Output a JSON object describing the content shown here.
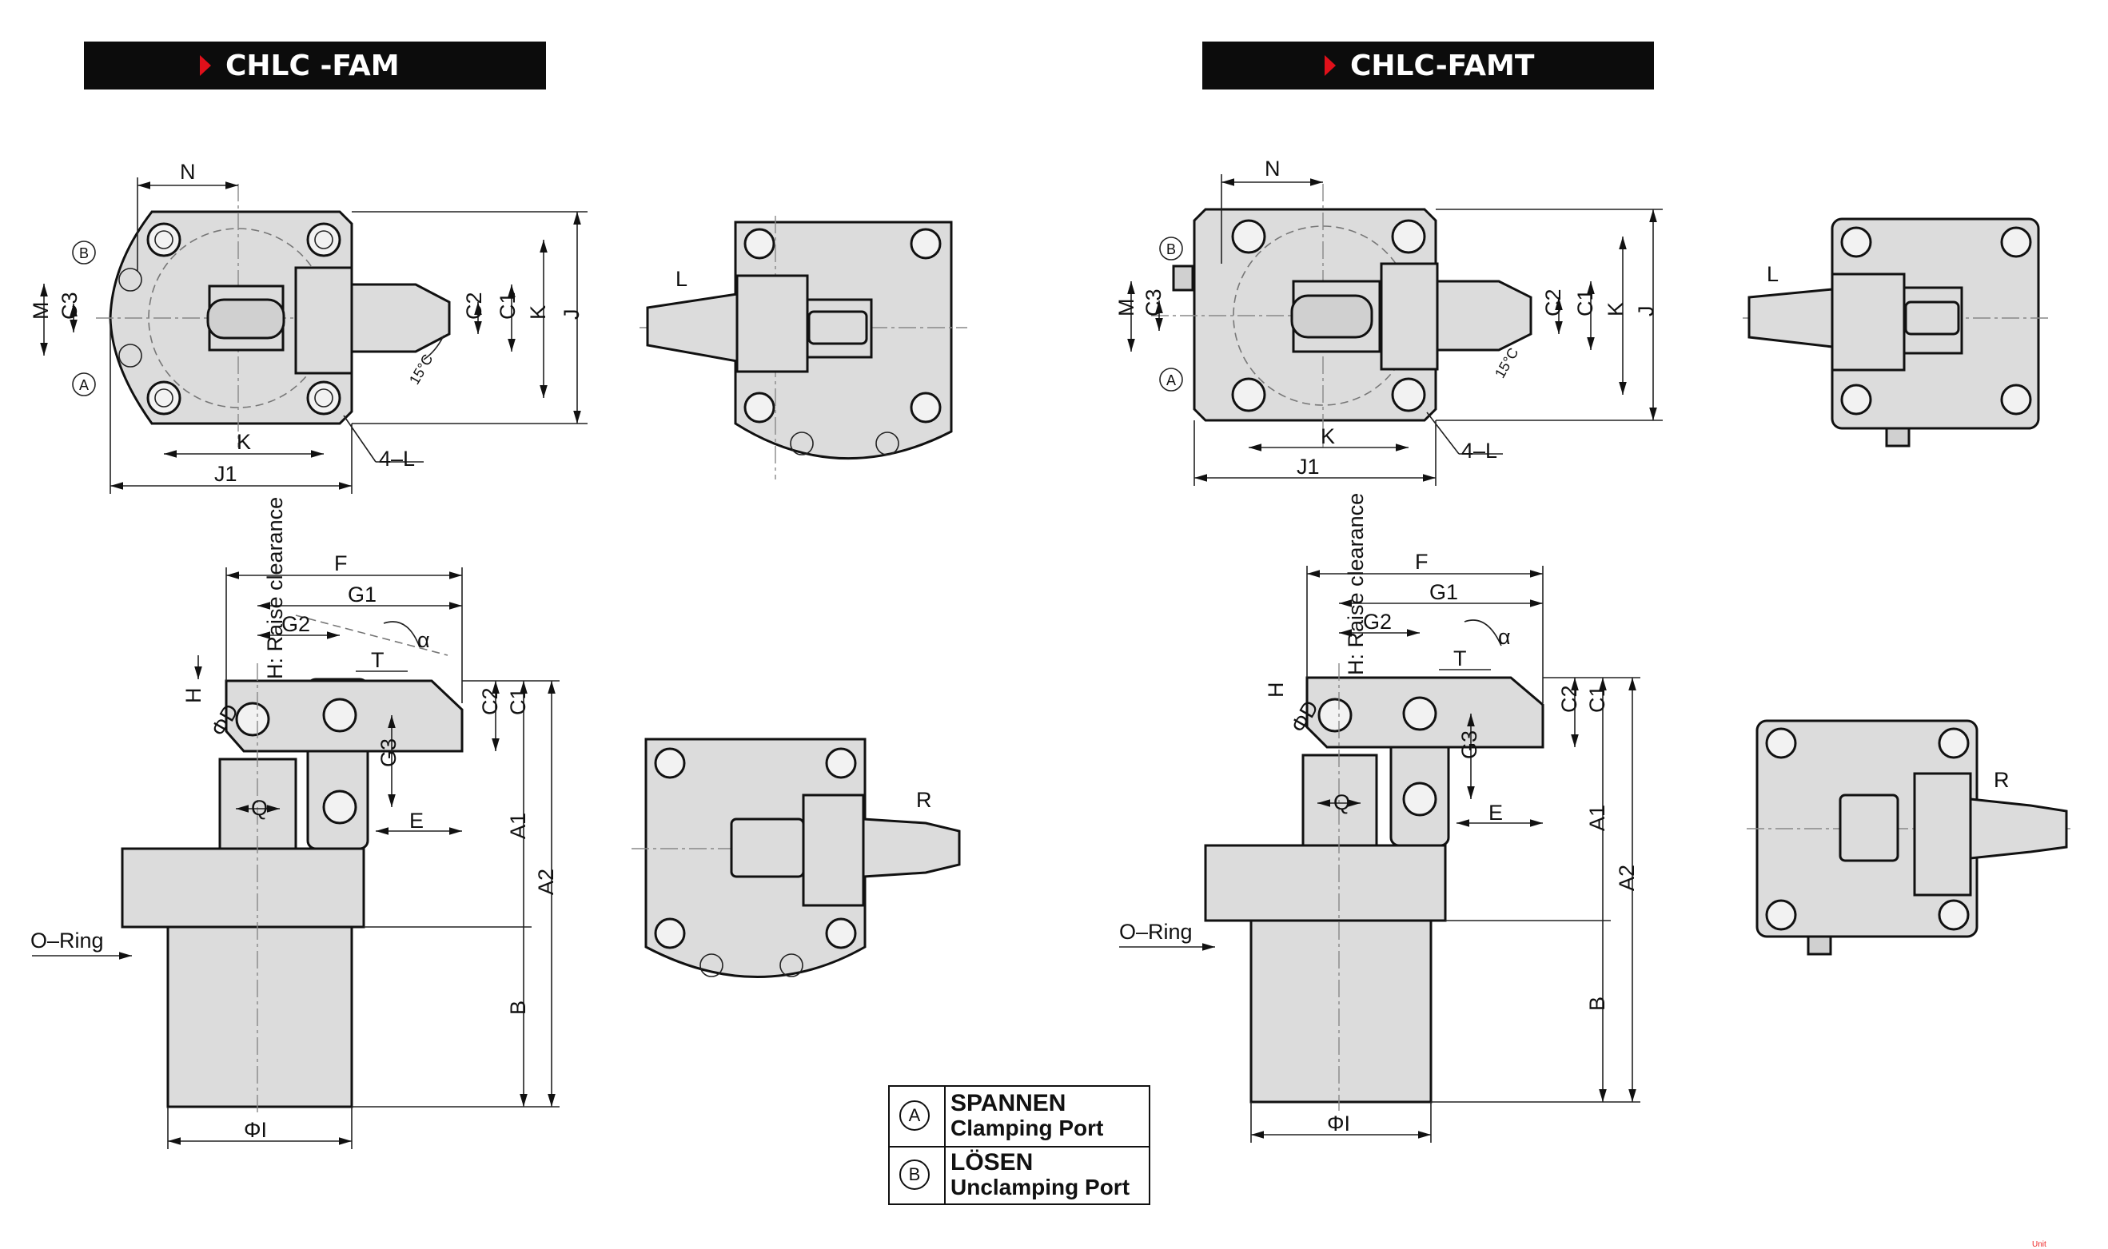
{
  "titles": {
    "left": "CHLC -FAM",
    "right": "CHLC-FAMT"
  },
  "colors": {
    "title_bg": "#0c0c0c",
    "marker": "#e0101a",
    "part_fill": "#dcdcdc"
  },
  "dims": {
    "N": "N",
    "M": "M",
    "C3": "C3",
    "C2": "C2",
    "C1": "C1",
    "K": "K",
    "J": "J",
    "J1": "J1",
    "L4": "4–L",
    "angle15": "15°C",
    "L": "L",
    "R": "R",
    "F": "F",
    "G1": "G1",
    "G2": "G2",
    "T": "T",
    "alpha": "α",
    "H": "H",
    "D": "ΦD",
    "G3": "G3",
    "Q": "Q",
    "E": "E",
    "A1": "A1",
    "A2": "A2",
    "B": "B",
    "I": "ΦI",
    "oring": "O–Ring",
    "raise": "H:  Raise clearance",
    "portA": "A",
    "portB": "B"
  },
  "legend": [
    {
      "mark": "A",
      "de": "SPANNEN",
      "en": "Clamping Port"
    },
    {
      "mark": "B",
      "de": "LÖSEN",
      "en": "Unclamping Port"
    }
  ],
  "watermark": "Unit"
}
